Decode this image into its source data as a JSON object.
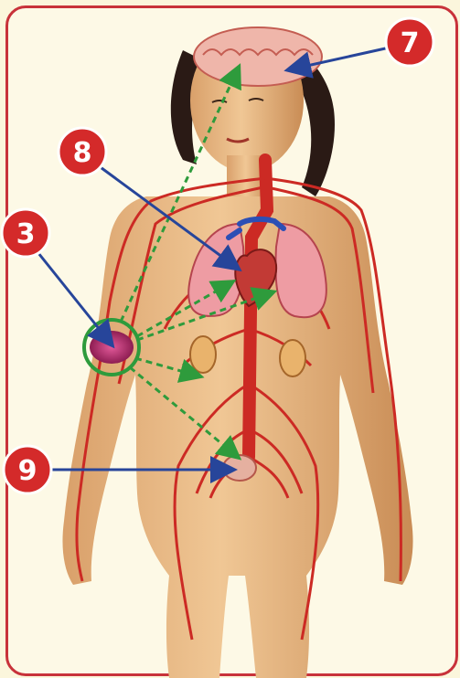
{
  "labels": [
    {
      "id": "brain",
      "number": "7"
    },
    {
      "id": "heart-lungs",
      "number": "8"
    },
    {
      "id": "gland",
      "number": "3"
    },
    {
      "id": "pelvis",
      "number": "9"
    }
  ],
  "colors": {
    "frame": "#c8323a",
    "badge": "#d42a2a",
    "pointer": "#27459a",
    "hormone_path": "#2e9b3c",
    "vessel": "#cc2a24",
    "skin": "#e8b57f"
  }
}
